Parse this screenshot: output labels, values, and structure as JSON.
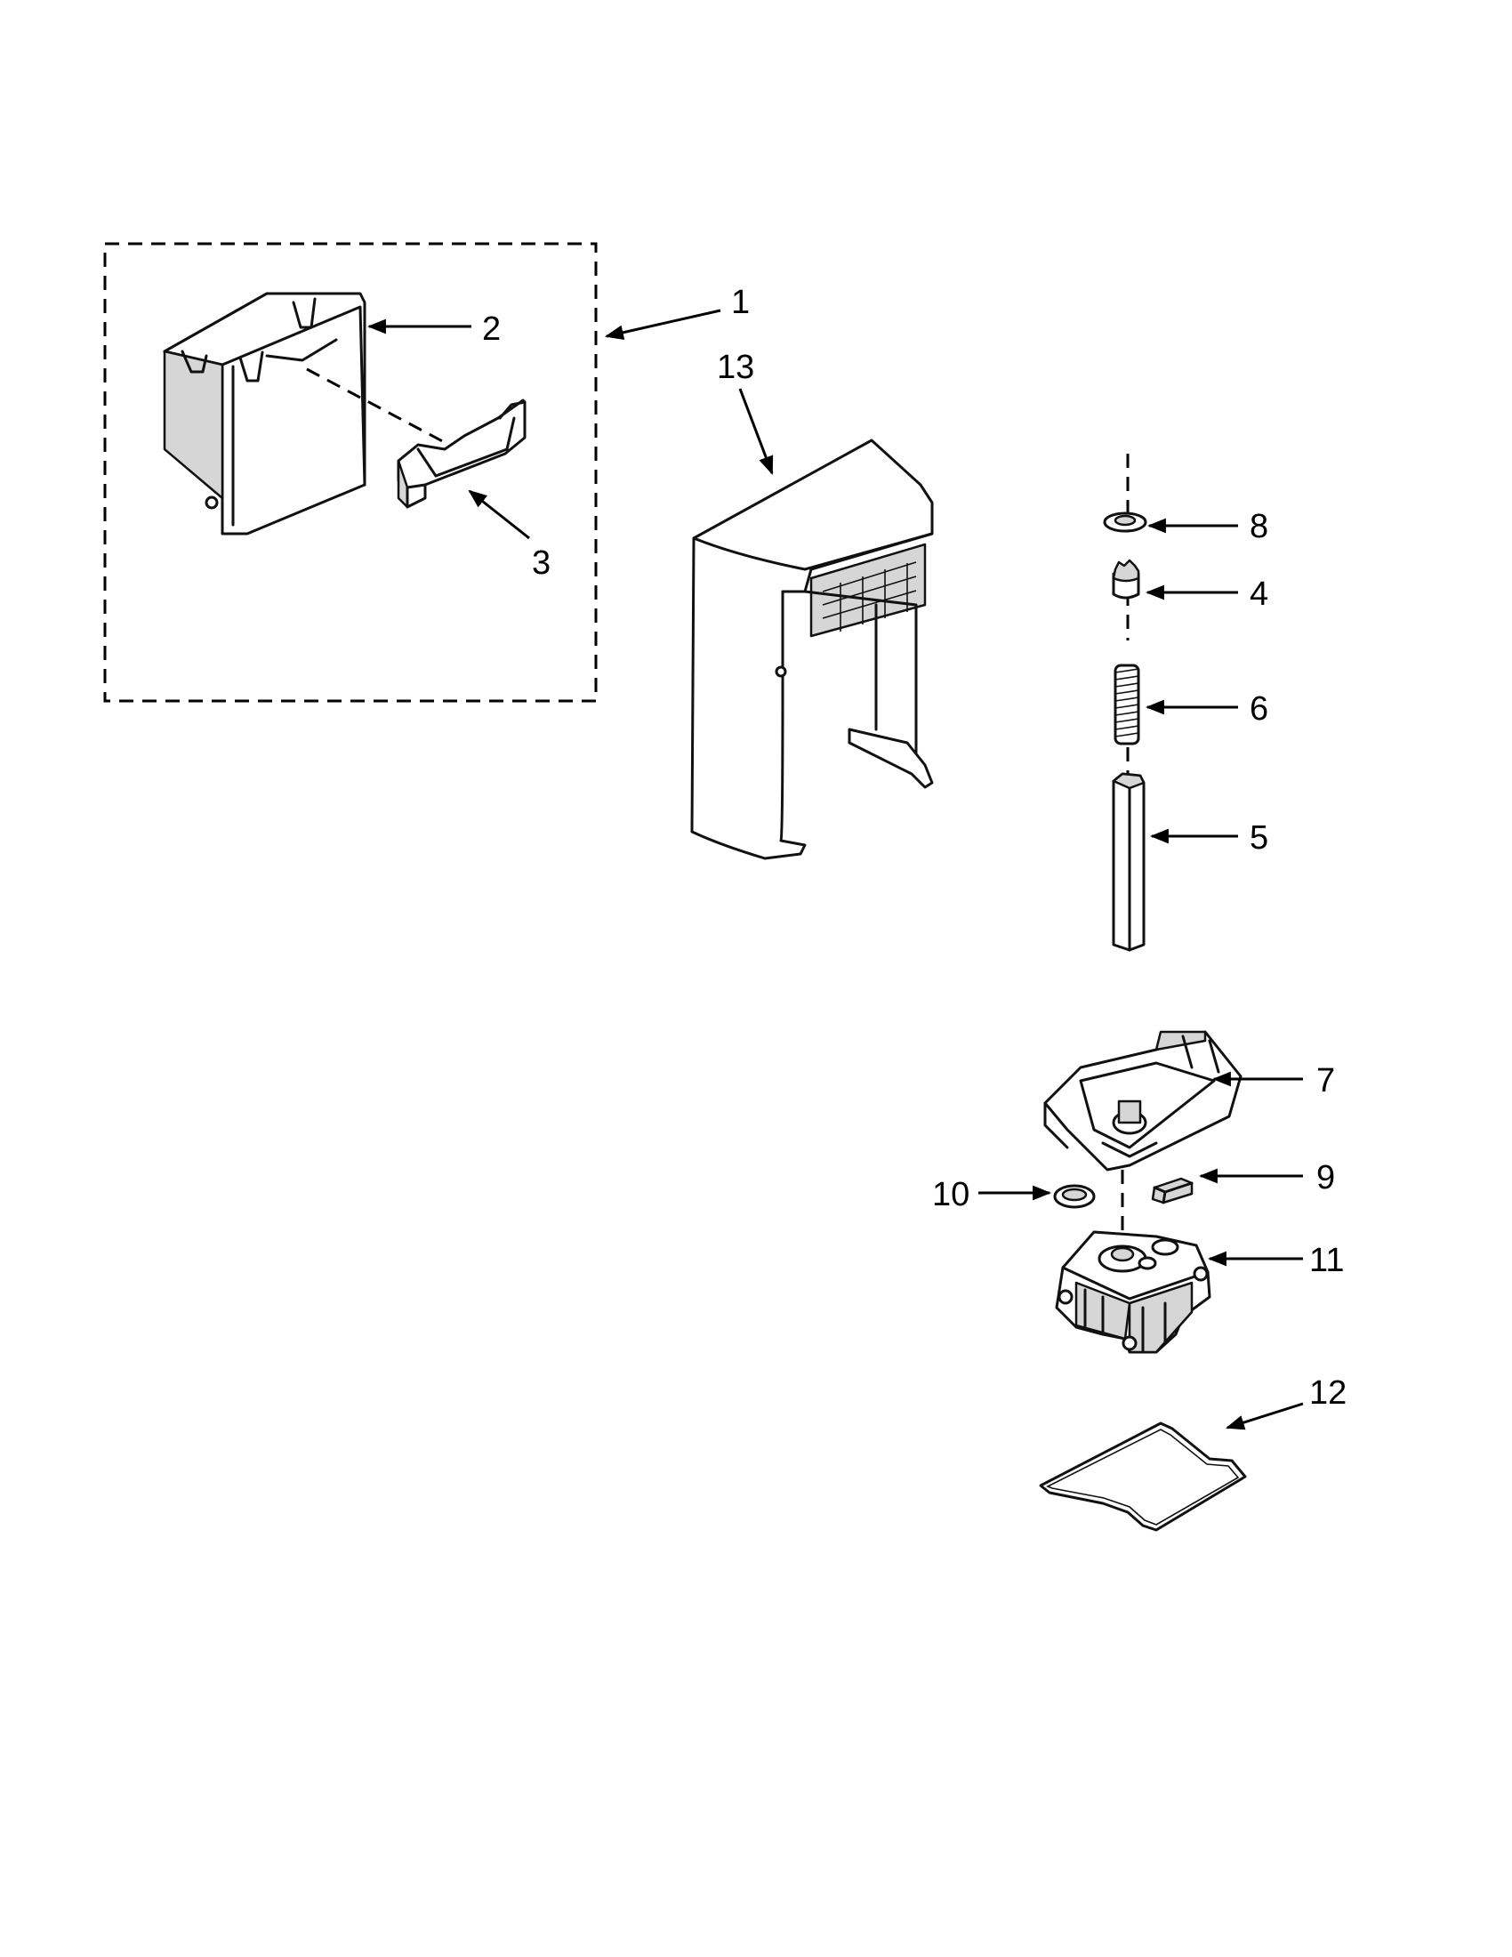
{
  "callouts": {
    "c1": "1",
    "c2": "2",
    "c3": "3",
    "c4": "4",
    "c5": "5",
    "c6": "6",
    "c7": "7",
    "c8": "8",
    "c9": "9",
    "c10": "10",
    "c11": "11",
    "c12": "12",
    "c13": "13"
  },
  "colors": {
    "line": "#000000",
    "shade": "#d6d6d6",
    "background": "#ffffff"
  }
}
